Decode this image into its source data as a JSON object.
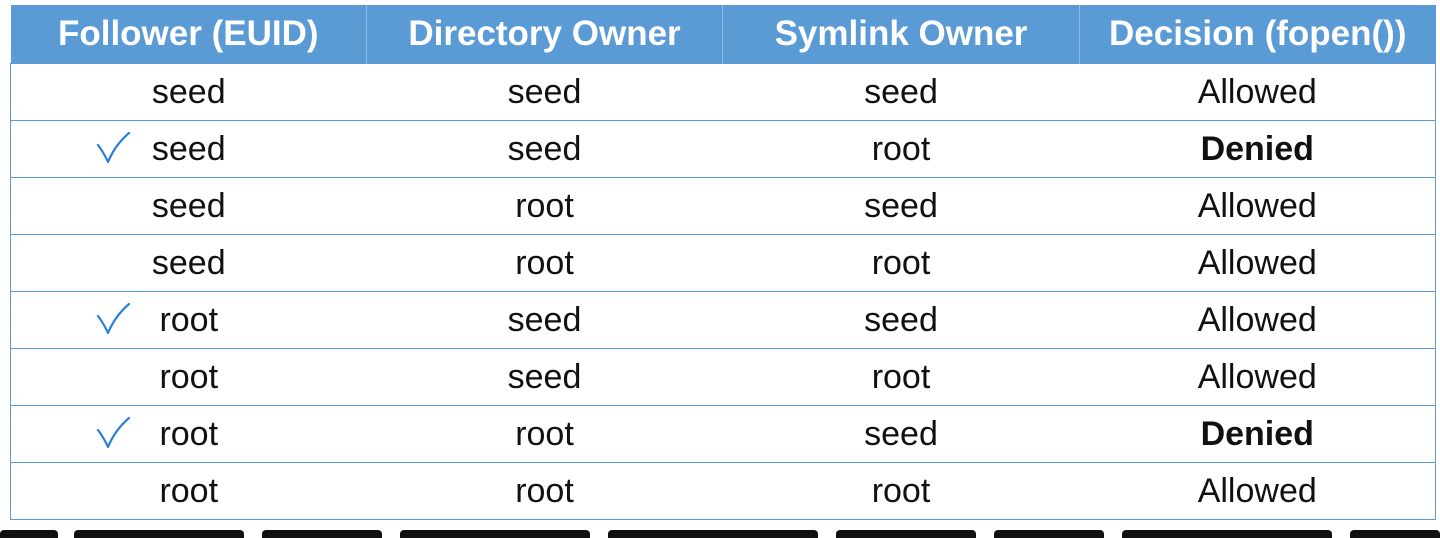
{
  "table": {
    "headers": [
      "Follower (EUID)",
      "Directory Owner",
      "Symlink Owner",
      "Decision (fopen())"
    ],
    "rows": [
      {
        "follower": "seed",
        "dir": "seed",
        "symlink": "seed",
        "decision": "Allowed",
        "checked": false,
        "denied": false
      },
      {
        "follower": "seed",
        "dir": "seed",
        "symlink": "root",
        "decision": "Denied",
        "checked": true,
        "denied": true
      },
      {
        "follower": "seed",
        "dir": "root",
        "symlink": "seed",
        "decision": "Allowed",
        "checked": false,
        "denied": false
      },
      {
        "follower": "seed",
        "dir": "root",
        "symlink": "root",
        "decision": "Allowed",
        "checked": false,
        "denied": false
      },
      {
        "follower": "root",
        "dir": "seed",
        "symlink": "seed",
        "decision": "Allowed",
        "checked": true,
        "denied": false
      },
      {
        "follower": "root",
        "dir": "seed",
        "symlink": "root",
        "decision": "Allowed",
        "checked": false,
        "denied": false
      },
      {
        "follower": "root",
        "dir": "root",
        "symlink": "seed",
        "decision": "Denied",
        "checked": true,
        "denied": true
      },
      {
        "follower": "root",
        "dir": "root",
        "symlink": "root",
        "decision": "Allowed",
        "checked": false,
        "denied": false
      }
    ]
  },
  "colors": {
    "header_bg": "#5b9bd5",
    "header_text": "#ffffff",
    "denied_text": "#1f6fba",
    "check_mark": "#2a7fd8"
  },
  "icons": {
    "check": "checkmark-icon"
  }
}
